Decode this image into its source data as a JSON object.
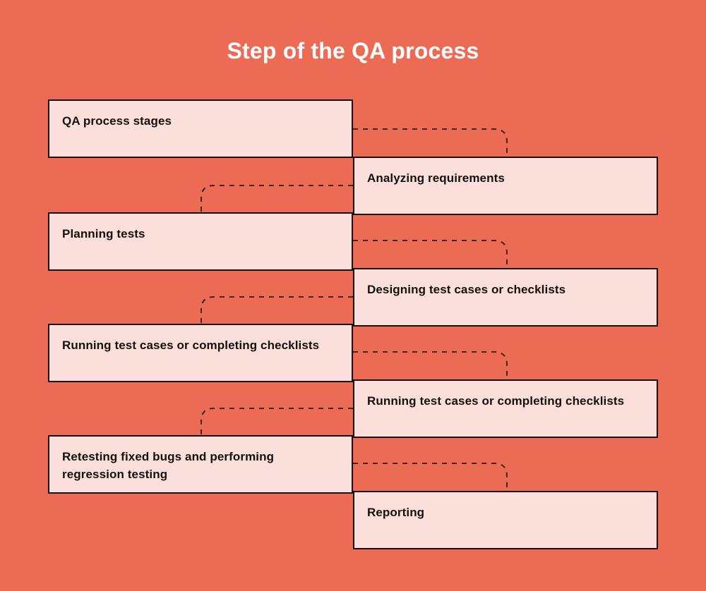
{
  "page": {
    "title": "Step of the QA process",
    "background_color": "#EC6B55",
    "box_fill_color": "#FADFDB",
    "box_border_color": "#14100F",
    "title_color": "#FFFFFF",
    "connector_color": "#3A2622"
  },
  "diagram": {
    "type": "stair-step-flow",
    "connector_style": "dashed-elbow",
    "steps": [
      {
        "label": "QA process stages",
        "side": "left"
      },
      {
        "label": "Analyzing requirements",
        "side": "right"
      },
      {
        "label": "Planning tests",
        "side": "left"
      },
      {
        "label": "Designing test cases or checklists",
        "side": "right"
      },
      {
        "label": "Running test cases or completing checklists",
        "side": "left"
      },
      {
        "label": "Running test cases or completing checklists",
        "side": "right"
      },
      {
        "label": "Retesting fixed bugs and performing regression testing",
        "side": "left"
      },
      {
        "label": "Reporting",
        "side": "right"
      }
    ]
  }
}
